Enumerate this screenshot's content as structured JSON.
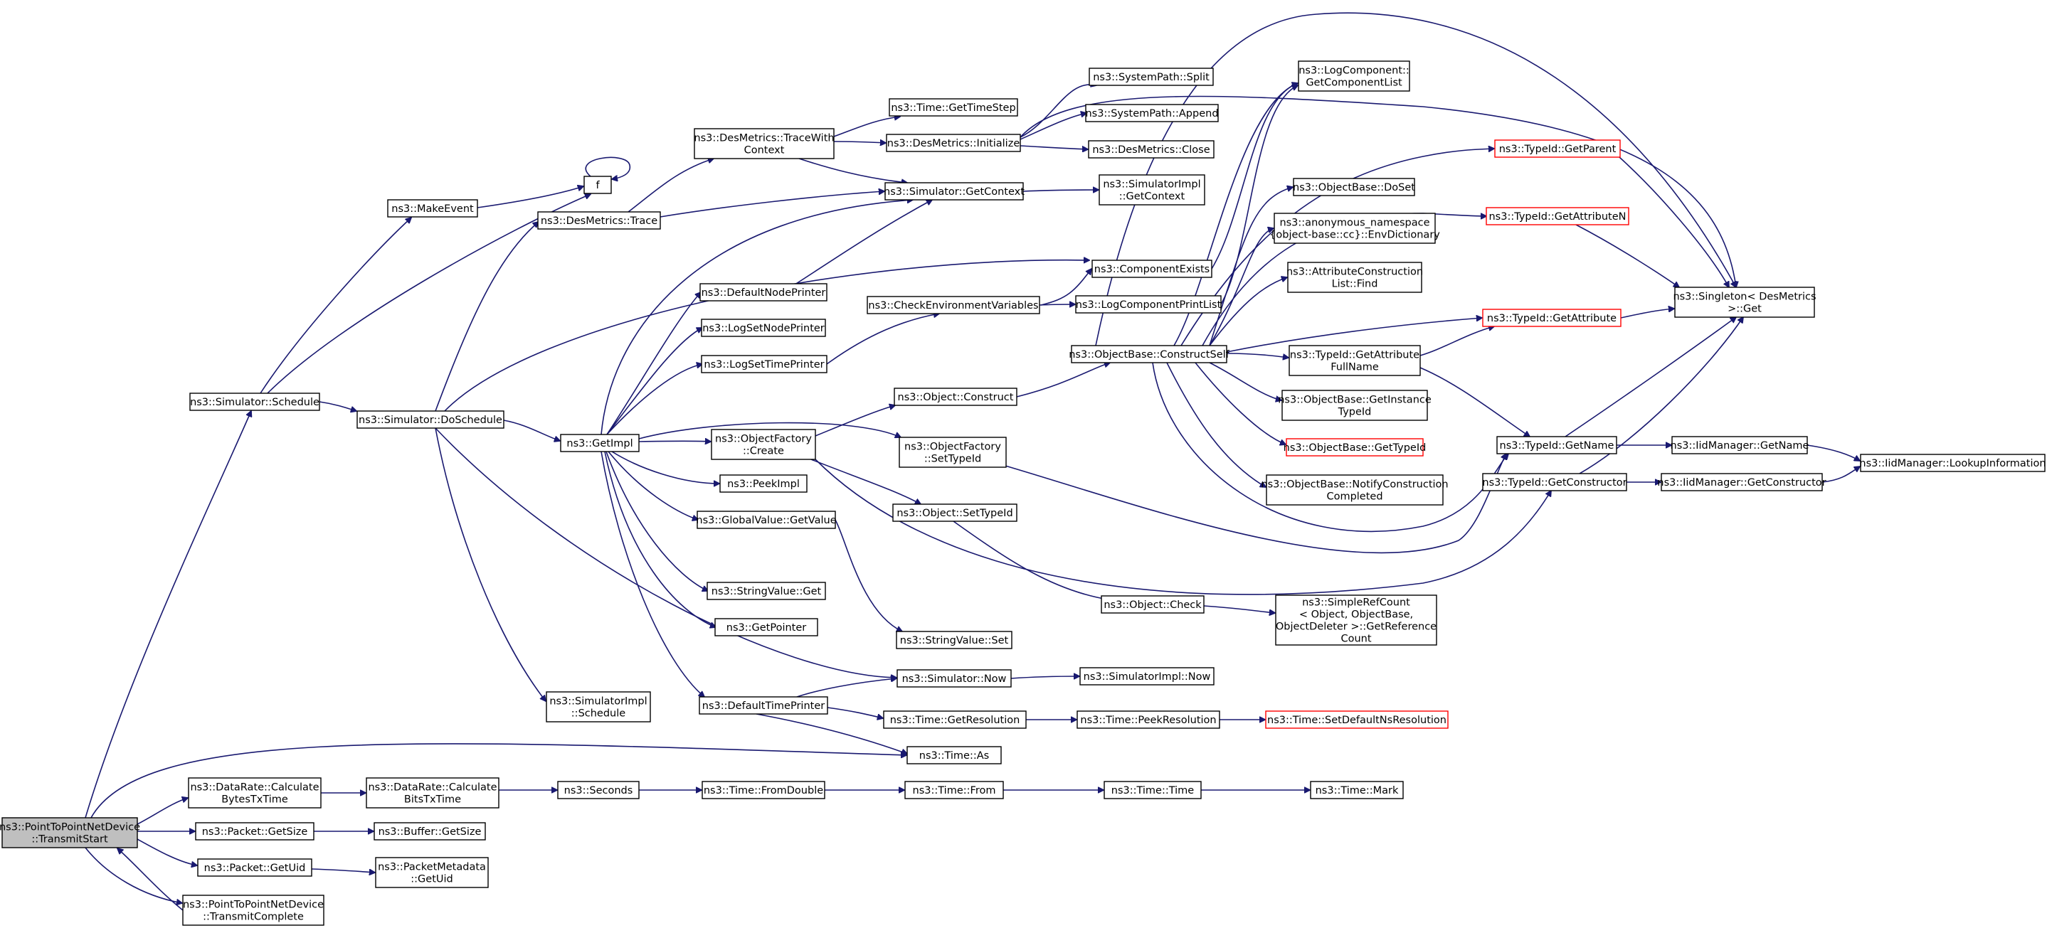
{
  "colors": {
    "edge": "#191970",
    "root_fill": "#bfbfbf",
    "link_border": "#ff0000",
    "node_border": "#000000"
  },
  "nodes": {
    "root": {
      "lines": [
        "ns3::PointToPointNetDevice",
        "::TransmitStart"
      ]
    },
    "schedule": {
      "lines": [
        "ns3::Simulator::Schedule"
      ]
    },
    "makeEvent": {
      "lines": [
        "ns3::MakeEvent"
      ]
    },
    "f": {
      "lines": [
        "f"
      ]
    },
    "doSchedule": {
      "lines": [
        "ns3::Simulator::DoSchedule"
      ]
    },
    "desTrace": {
      "lines": [
        "ns3::DesMetrics::Trace"
      ]
    },
    "traceWithContext": {
      "lines": [
        "ns3::DesMetrics::TraceWith",
        "Context"
      ]
    },
    "getTimeStep": {
      "lines": [
        "ns3::Time::GetTimeStep"
      ]
    },
    "desInit": {
      "lines": [
        "ns3::DesMetrics::Initialize"
      ]
    },
    "sysSplit": {
      "lines": [
        "ns3::SystemPath::Split"
      ]
    },
    "sysAppend": {
      "lines": [
        "ns3::SystemPath::Append"
      ]
    },
    "desClose": {
      "lines": [
        "ns3::DesMetrics::Close"
      ]
    },
    "getContext": {
      "lines": [
        "ns3::Simulator::GetContext"
      ]
    },
    "simImplGetContext": {
      "lines": [
        "ns3::SimulatorImpl",
        "::GetContext"
      ]
    },
    "getImpl": {
      "lines": [
        "ns3::GetImpl"
      ]
    },
    "defaultNodePrinter": {
      "lines": [
        "ns3::DefaultNodePrinter"
      ]
    },
    "logSetNodePrinter": {
      "lines": [
        "ns3::LogSetNodePrinter"
      ]
    },
    "logSetTimePrinter": {
      "lines": [
        "ns3::LogSetTimePrinter"
      ]
    },
    "checkEnv": {
      "lines": [
        "ns3::CheckEnvironmentVariables"
      ]
    },
    "componentExists": {
      "lines": [
        "ns3::ComponentExists"
      ]
    },
    "logCompPrintList": {
      "lines": [
        "ns3::LogComponentPrintList"
      ]
    },
    "logCompGetList": {
      "lines": [
        "ns3::LogComponent::",
        "GetComponentList"
      ]
    },
    "objFactoryCreate": {
      "lines": [
        "ns3::ObjectFactory",
        "::Create"
      ]
    },
    "objFactorySetTypeId": {
      "lines": [
        "ns3::ObjectFactory",
        "::SetTypeId"
      ]
    },
    "objConstruct": {
      "lines": [
        "ns3::Object::Construct"
      ]
    },
    "constructSelf": {
      "lines": [
        "ns3::ObjectBase::ConstructSelf"
      ]
    },
    "objSetTypeId": {
      "lines": [
        "ns3::Object::SetTypeId"
      ]
    },
    "peekImpl": {
      "lines": [
        "ns3::PeekImpl"
      ]
    },
    "globalValueGet": {
      "lines": [
        "ns3::GlobalValue::GetValue"
      ]
    },
    "stringValueGet": {
      "lines": [
        "ns3::StringValue::Get"
      ]
    },
    "getPointer": {
      "lines": [
        "ns3::GetPointer"
      ]
    },
    "stringValueSet": {
      "lines": [
        "ns3::StringValue::Set"
      ]
    },
    "objCheck": {
      "lines": [
        "ns3::Object::Check"
      ]
    },
    "simpleRefCount": {
      "lines": [
        "ns3::SimpleRefCount",
        "< Object, ObjectBase,",
        "ObjectDeleter >::GetReference",
        "Count"
      ]
    },
    "simImplSchedule": {
      "lines": [
        "ns3::SimulatorImpl",
        "::Schedule"
      ]
    },
    "defaultTimePrinter": {
      "lines": [
        "ns3::DefaultTimePrinter"
      ]
    },
    "simNow": {
      "lines": [
        "ns3::Simulator::Now"
      ]
    },
    "simImplNow": {
      "lines": [
        "ns3::SimulatorImpl::Now"
      ]
    },
    "getResolution": {
      "lines": [
        "ns3::Time::GetResolution"
      ]
    },
    "peekResolution": {
      "lines": [
        "ns3::Time::PeekResolution"
      ]
    },
    "setDefaultNs": {
      "lines": [
        "ns3::Time::SetDefaultNsResolution"
      ]
    },
    "timeAs": {
      "lines": [
        "ns3::Time::As"
      ]
    },
    "objBaseDoSet": {
      "lines": [
        "ns3::ObjectBase::DoSet"
      ]
    },
    "envDictionary": {
      "lines": [
        "ns3::anonymous_namespace",
        "{object-base::cc}::EnvDictionary"
      ]
    },
    "attrConstructionFind": {
      "lines": [
        "ns3::AttributeConstruction",
        "List::Find"
      ]
    },
    "getAttrFullName": {
      "lines": [
        "ns3::TypeId::GetAttribute",
        "FullName"
      ]
    },
    "getInstanceTypeId": {
      "lines": [
        "ns3::ObjectBase::GetInstance",
        "TypeId"
      ]
    },
    "objBaseGetTypeId": {
      "lines": [
        "ns3::ObjectBase::GetTypeId"
      ]
    },
    "notifyConstruction": {
      "lines": [
        "ns3::ObjectBase::NotifyConstruction",
        "Completed"
      ]
    },
    "typeIdGetParent": {
      "lines": [
        "ns3::TypeId::GetParent"
      ]
    },
    "typeIdGetAttributeN": {
      "lines": [
        "ns3::TypeId::GetAttributeN"
      ]
    },
    "typeIdGetAttribute": {
      "lines": [
        "ns3::TypeId::GetAttribute"
      ]
    },
    "singletonGet": {
      "lines": [
        "ns3::Singleton< DesMetrics",
        ">::Get"
      ]
    },
    "typeIdGetName": {
      "lines": [
        "ns3::TypeId::GetName"
      ]
    },
    "typeIdGetConstructor": {
      "lines": [
        "ns3::TypeId::GetConstructor"
      ]
    },
    "iidGetName": {
      "lines": [
        "ns3::IidManager::GetName"
      ]
    },
    "iidGetConstructor": {
      "lines": [
        "ns3::IidManager::GetConstructor"
      ]
    },
    "iidLookup": {
      "lines": [
        "ns3::IidManager::LookupInformation"
      ]
    },
    "calcBytesTxTime": {
      "lines": [
        "ns3::DataRate::Calculate",
        "BytesTxTime"
      ]
    },
    "calcBitsTxTime": {
      "lines": [
        "ns3::DataRate::Calculate",
        "BitsTxTime"
      ]
    },
    "seconds": {
      "lines": [
        "ns3::Seconds"
      ]
    },
    "fromDouble": {
      "lines": [
        "ns3::Time::FromDouble"
      ]
    },
    "timeFrom": {
      "lines": [
        "ns3::Time::From"
      ]
    },
    "timeTime": {
      "lines": [
        "ns3::Time::Time"
      ]
    },
    "timeMark": {
      "lines": [
        "ns3::Time::Mark"
      ]
    },
    "packetGetSize": {
      "lines": [
        "ns3::Packet::GetSize"
      ]
    },
    "bufferGetSize": {
      "lines": [
        "ns3::Buffer::GetSize"
      ]
    },
    "packetGetUid": {
      "lines": [
        "ns3::Packet::GetUid"
      ]
    },
    "packetMetaGetUid": {
      "lines": [
        "ns3::PacketMetadata",
        "::GetUid"
      ]
    },
    "transmitComplete": {
      "lines": [
        "ns3::PointToPointNetDevice",
        "::TransmitComplete"
      ]
    }
  }
}
